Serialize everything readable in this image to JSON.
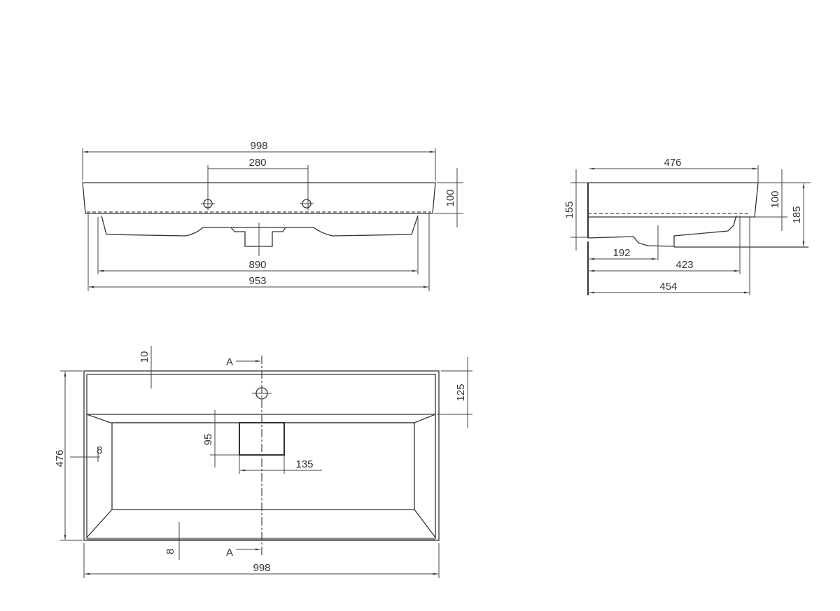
{
  "front_view": {
    "overall_width": "998",
    "tap_spacing": "280",
    "height": "100",
    "inner_width": "890",
    "base_width": "953"
  },
  "side_view": {
    "depth": "476",
    "front_height": "155",
    "rim_height": "100",
    "total_height": "185",
    "drain_offset": "192",
    "inner_depth": "423",
    "base_depth": "454"
  },
  "top_view": {
    "depth": "476",
    "back_ledge": "125",
    "rim": "10",
    "drain_depth": "95",
    "drain_width": "135",
    "side_wall": "8",
    "front_wall": "8",
    "width": "998",
    "section_mark_top": "A",
    "section_mark_bottom": "A"
  },
  "colors": {
    "line": "#333333",
    "background": "#ffffff"
  }
}
